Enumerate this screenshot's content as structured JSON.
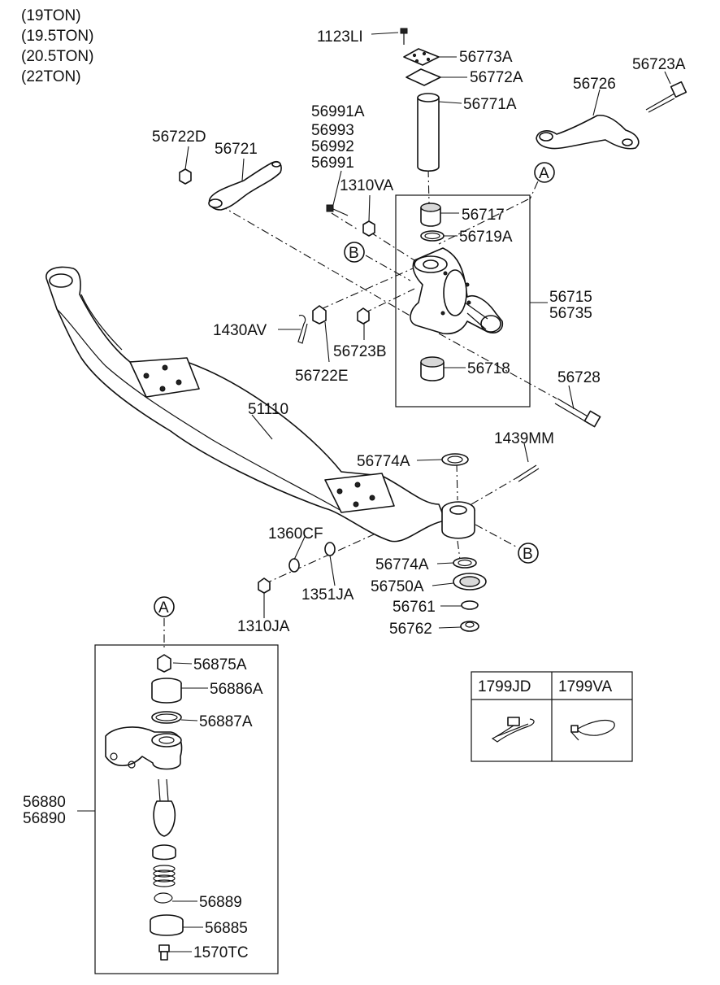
{
  "variants": [
    "(19TON)",
    "(19.5TON)",
    "(20.5TON)",
    "(22TON)"
  ],
  "callouts": {
    "p1123LI": "1123LI",
    "p56773A": "56773A",
    "p56772A": "56772A",
    "p56771A": "56771A",
    "p56723A": "56723A",
    "p56726": "56726",
    "p56722D": "56722D",
    "p56721": "56721",
    "p56991A": "56991A",
    "p56993": "56993",
    "p56992": "56992",
    "p56991": "56991",
    "p1310VA": "1310VA",
    "p56717": "56717",
    "p56719A": "56719A",
    "p56715": "56715",
    "p56735": "56735",
    "p1430AV": "1430AV",
    "p56723B": "56723B",
    "p56722E": "56722E",
    "p56718": "56718",
    "p56728": "56728",
    "p51110": "51110",
    "p1439MM": "1439MM",
    "p56774A_top": "56774A",
    "p1360CF": "1360CF",
    "p56774A_bottom": "56774A",
    "p56750A": "56750A",
    "p1351JA": "1351JA",
    "p56761": "56761",
    "p1310JA": "1310JA",
    "p56762": "56762",
    "p56875A": "56875A",
    "p56886A": "56886A",
    "p56887A": "56887A",
    "p56880": "56880",
    "p56890": "56890",
    "p56889": "56889",
    "p56885": "56885",
    "p1570TC": "1570TC"
  },
  "refs": {
    "a_top": "A",
    "a_bottom": "A",
    "b_left": "B",
    "b_right": "B"
  },
  "tie_table": {
    "headers": [
      "1799JD",
      "1799VA"
    ]
  }
}
